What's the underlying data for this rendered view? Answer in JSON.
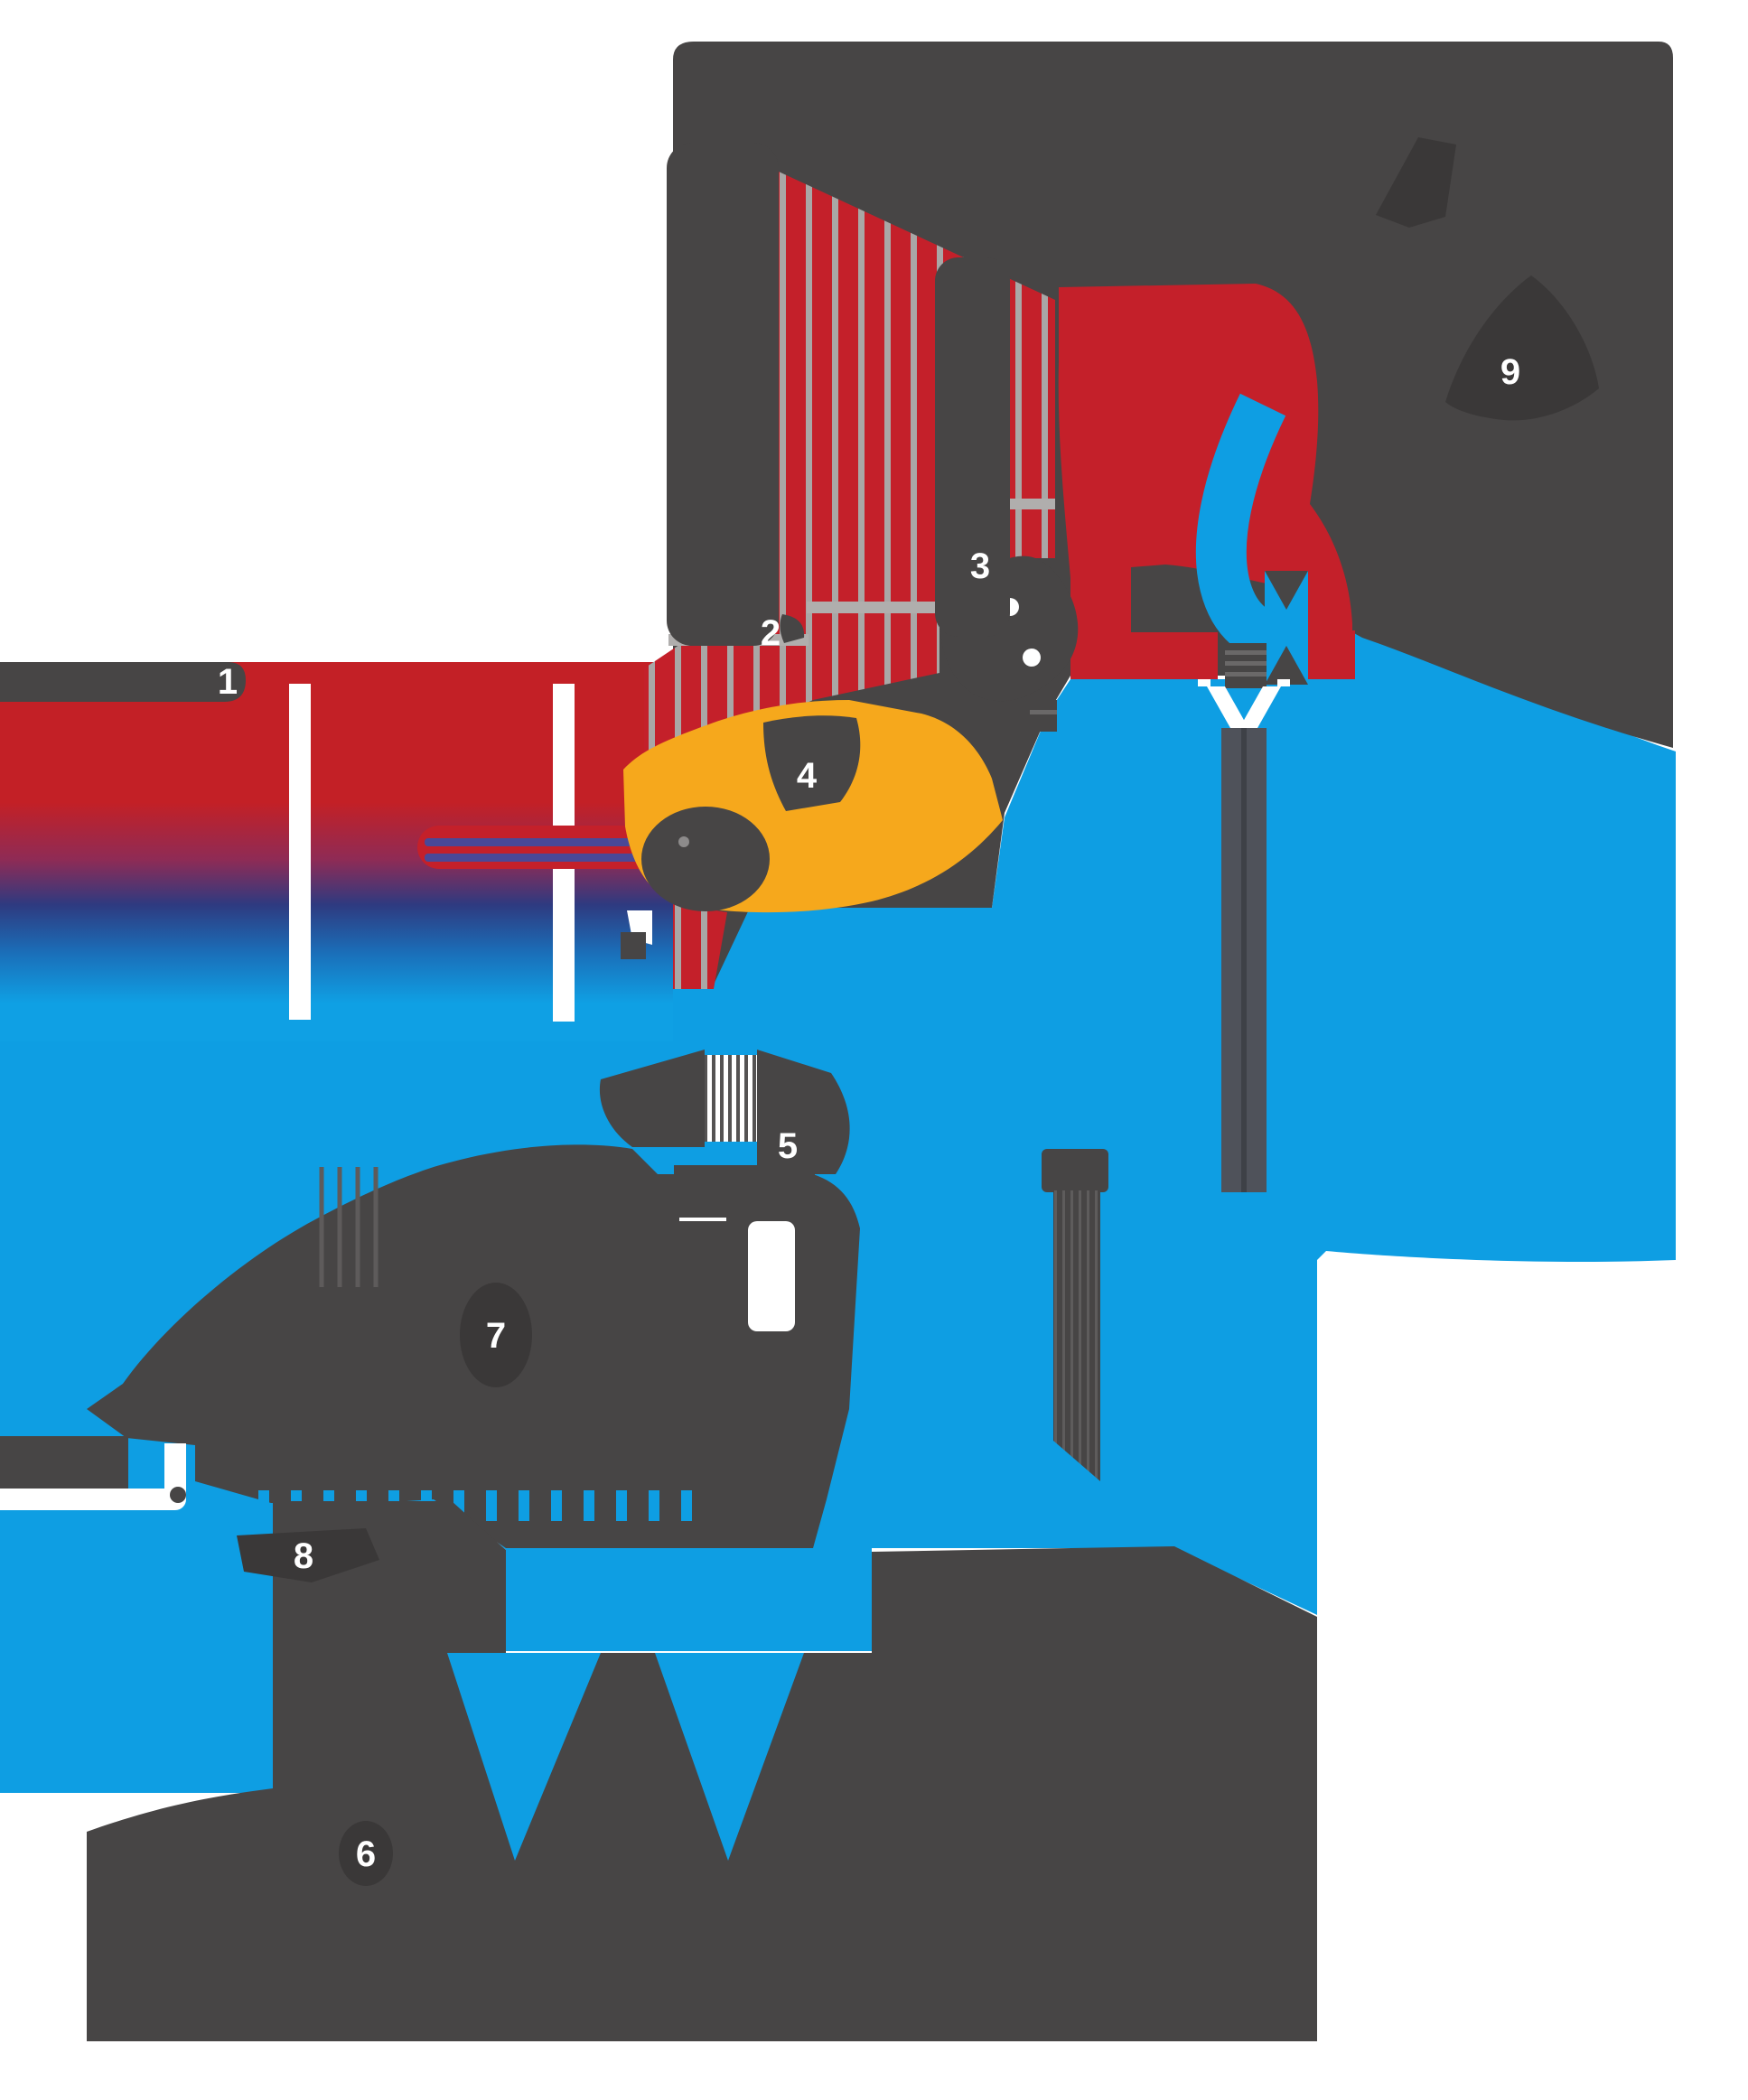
{
  "figure": {
    "kind": "technical cutaway diagram",
    "description_visible_text_only": true
  },
  "palette": {
    "dark_gray": "#474545",
    "badge_gray": "#3A3838",
    "red": "#C4202A",
    "blue": "#0E9EE3",
    "yellow": "#F6A81C",
    "navy": "#2E3A80",
    "stripe_gap_gray": "#A9A7A6",
    "probe_gray": "#4F525A",
    "white": "#FFFFFF"
  },
  "callouts": [
    {
      "number": "1"
    },
    {
      "number": "2"
    },
    {
      "number": "3"
    },
    {
      "number": "4"
    },
    {
      "number": "5"
    },
    {
      "number": "6"
    },
    {
      "number": "7"
    },
    {
      "number": "8"
    },
    {
      "number": "9"
    }
  ]
}
